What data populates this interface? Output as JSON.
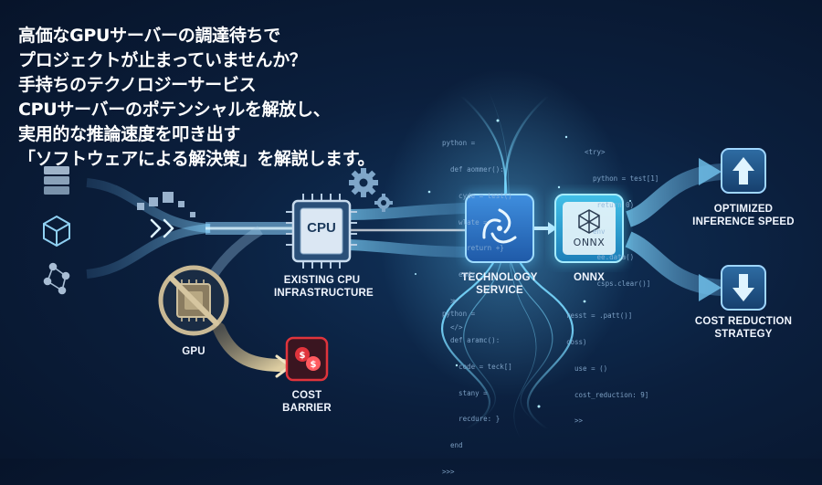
{
  "headline": [
    "高価なGPUサーバーの調達待ちで",
    "プロジェクトが止まっていませんか？",
    "手持ちのテクノロジーサービス",
    "CPUサーバーのポテンシャルを解放し、",
    "実用的な推論速度を叩き出す",
    "「ソフトウェアによる解決策」を解説します。"
  ],
  "nodes": {
    "cpu": {
      "chip": "CPU",
      "label": [
        "EXISTING CPU",
        "INFRASTRUCTURE"
      ]
    },
    "gpu": {
      "label": "GPU"
    },
    "cost_barrier": {
      "label": [
        "COST",
        "BARRIER"
      ]
    },
    "technology": {
      "label": [
        "TECHNOLOGY",
        "SERVICE"
      ]
    },
    "onnx": {
      "chip": "ONNX",
      "label": "ONNX"
    },
    "optimized": {
      "label": [
        "OPTIMIZED",
        "INFERENCE SPEED"
      ]
    },
    "cost_reduction": {
      "label": [
        "COST REDUCTION",
        "STRATEGY"
      ]
    }
  },
  "code_snippets": {
    "top_left": [
      "python =",
      "  def aommer():",
      "    cyde = test()",
      "    wlate =",
      "      return +}",
      "    ends",
      "  ≫",
      "  </>"
    ],
    "top_right": [
      "<try>",
      "  python = test[1]",
      "   return 0)",
      "  env",
      "   ee.data()",
      "   csps.clear()]"
    ],
    "bottom_left": [
      "python =",
      "  def aramc():",
      "    code = teck[]",
      "    stany =",
      "    recdure: }",
      "  end",
      ">>>"
    ],
    "bottom_right": [
      "resst = .patt()]",
      "coss)",
      "  use = ()",
      "  cost_reduction: 9]",
      "  >>"
    ]
  },
  "colors": {
    "accent": "#5fc8ff",
    "glow": "#8fe3ff",
    "barrier_red": "#e0343c",
    "gpu_muted": "#b9a888"
  }
}
